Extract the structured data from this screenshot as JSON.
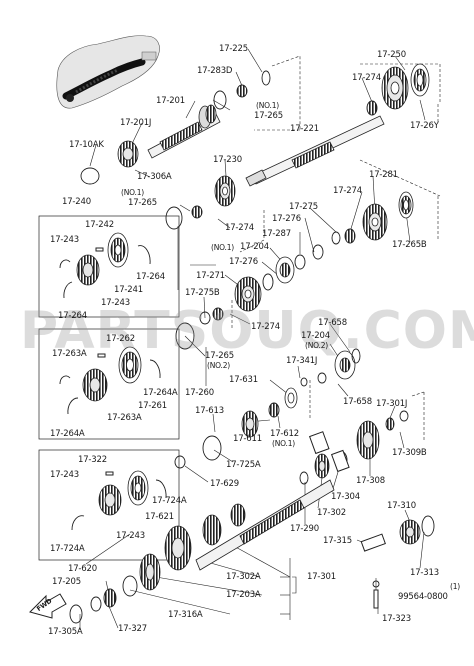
{
  "watermark": "PARTSOUQ.COM",
  "colors": {
    "ink": "#1a1a1a",
    "watermark": "#a0a0a0",
    "paper": "#ffffff"
  },
  "labels": {
    "p17_225": "17-225",
    "p17_250": "17-250",
    "p17_283D": "17-283D",
    "p17_274_a": "17-274",
    "p17_201": "17-201",
    "no1_a": "(NO.1)",
    "p17_265_a": "17-265",
    "p17_201J": "17-201J",
    "p17_221": "17-221",
    "p17_26Y": "17-26Y",
    "p17_10AK": "17-10AK",
    "p17_306A": "17-306A",
    "p17_230": "17-230",
    "p17_240": "17-240",
    "no1_b": "(NO.1)",
    "p17_265_b": "17-265",
    "p17_281": "17-281",
    "p17_274_b": "17-274",
    "p17_242": "17-242",
    "p17_275": "17-275",
    "p17_276_a": "17-276",
    "p17_274_c": "17-274",
    "p17_243_a": "17-243",
    "p17_287": "17-287",
    "no1_c": "(NO.1)",
    "p17_204_a": "17-204",
    "p17_265B": "17-265B",
    "p17_276_b": "17-276",
    "p17_271": "17-271",
    "p17_264_a": "17-264",
    "p17_241": "17-241",
    "p17_275B": "17-275B",
    "p17_243_b": "17-243",
    "p17_264_b": "17-264",
    "p17_274_d": "17-274",
    "p17_658_a": "17-658",
    "p17_204_b": "17-204",
    "no2_a": "(NO.2)",
    "p17_262": "17-262",
    "p17_263A_a": "17-263A",
    "p17_265_c": "17-265",
    "no2_b": "(NO.2)",
    "p17_341J": "17-341J",
    "p17_631": "17-631",
    "p17_264A_a": "17-264A",
    "p17_260": "17-260",
    "p17_261": "17-261",
    "p17_658_b": "17-658",
    "p17_263A_b": "17-263A",
    "p17_613": "17-613",
    "p17_301J": "17-301J",
    "p17_264A_b": "17-264A",
    "p17_611": "17-611",
    "p17_612": "17-612",
    "no1_d": "(NO.1)",
    "p17_309B": "17-309B",
    "p17_725A": "17-725A",
    "p17_322": "17-322",
    "p17_243_c": "17-243",
    "p17_629": "17-629",
    "p17_308": "17-308",
    "p17_724A_a": "17-724A",
    "p17_304": "17-304",
    "p17_621": "17-621",
    "p17_302": "17-302",
    "p17_310": "17-310",
    "p17_243_d": "17-243",
    "p17_290": "17-290",
    "p17_724A_b": "17-724A",
    "p17_315": "17-315",
    "p17_620": "17-620",
    "p17_313": "17-313",
    "p17_302A": "17-302A",
    "p17_301": "17-301",
    "p17_205": "17-205",
    "note_1": "(1)",
    "p17_203A": "17-203A",
    "p99564": "99564-0800",
    "p17_327": "17-327",
    "p17_316A": "17-316A",
    "p17_305A": "17-305A",
    "p17_323": "17-323",
    "fwd": "FWD"
  }
}
